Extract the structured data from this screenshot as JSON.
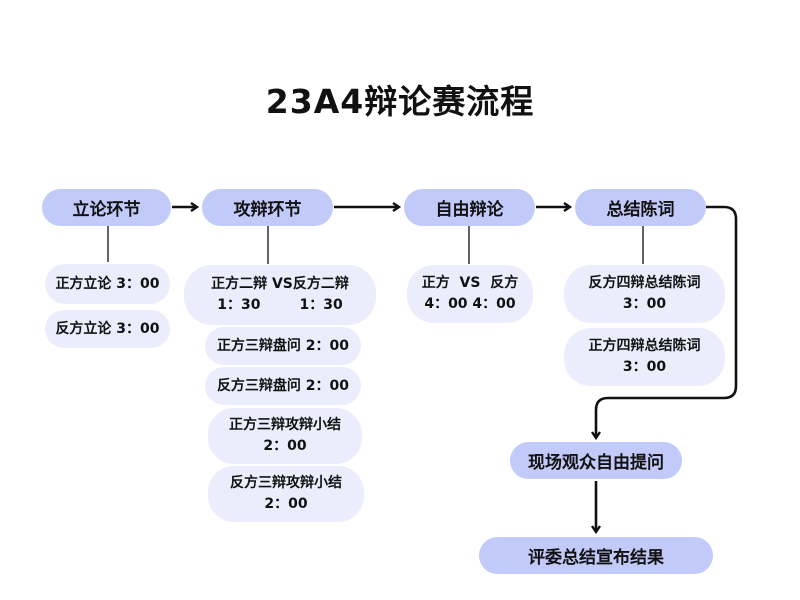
{
  "title": "23A4辩论赛流程",
  "stages": [
    {
      "label": "立论环节",
      "items": [
        {
          "lines": [
            "正方立论 3：00"
          ]
        },
        {
          "lines": [
            "反方立论 3：00"
          ]
        }
      ]
    },
    {
      "label": "攻辩环节",
      "items": [
        {
          "lines": [
            "正方二辩 VS反方二辩",
            "1：30        1：30"
          ]
        },
        {
          "lines": [
            "正方三辩盘问 2：00"
          ]
        },
        {
          "lines": [
            "反方三辩盘问 2：00"
          ]
        },
        {
          "lines": [
            "正方三辩攻辩小结",
            "2：00"
          ]
        },
        {
          "lines": [
            "反方三辩攻辩小结",
            "2：00"
          ]
        }
      ]
    },
    {
      "label": "自由辩论",
      "items": [
        {
          "lines": [
            "正方  VS  反方",
            "4：00 4：00"
          ]
        }
      ]
    },
    {
      "label": "总结陈词",
      "items": [
        {
          "lines": [
            "反方四辩总结陈词",
            "3：00"
          ]
        },
        {
          "lines": [
            "正方四辩总结陈词",
            "3：00"
          ]
        }
      ]
    }
  ],
  "final_steps": [
    {
      "label": "现场观众自由提问"
    },
    {
      "label": "评委总结宣布结果"
    }
  ],
  "colors": {
    "main_box": "#c1caf9",
    "sub_box": "#ecedfc",
    "connector": "#111111",
    "text": "#111111"
  }
}
